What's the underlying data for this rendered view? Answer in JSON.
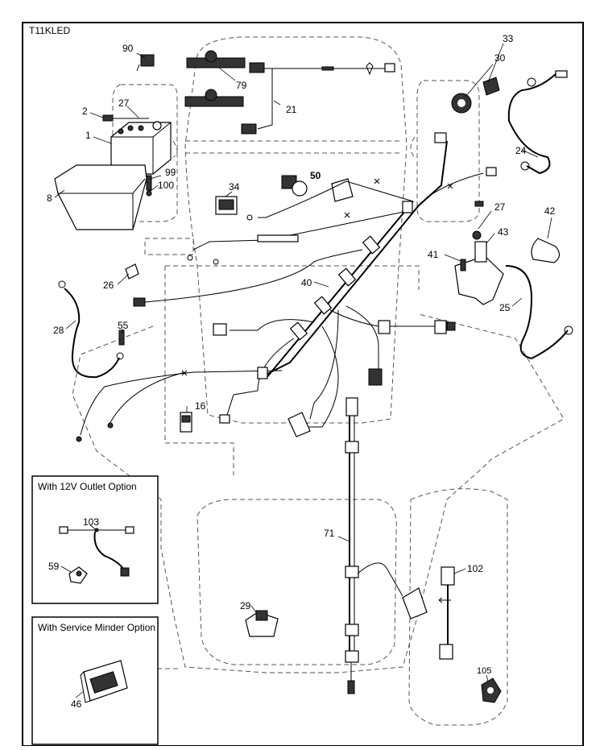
{
  "diagram": {
    "model_code": "T11KLED",
    "callouts": [
      {
        "id": "c90",
        "label": "90"
      },
      {
        "id": "c79",
        "label": "79"
      },
      {
        "id": "c21",
        "label": "21"
      },
      {
        "id": "c30",
        "label": "30"
      },
      {
        "id": "c33",
        "label": "33"
      },
      {
        "id": "c2",
        "label": "2"
      },
      {
        "id": "c27a",
        "label": "27"
      },
      {
        "id": "c1",
        "label": "1"
      },
      {
        "id": "c24",
        "label": "24"
      },
      {
        "id": "c99",
        "label": "99"
      },
      {
        "id": "c100",
        "label": "100"
      },
      {
        "id": "c50",
        "label": "50"
      },
      {
        "id": "c8",
        "label": "8"
      },
      {
        "id": "c34",
        "label": "34"
      },
      {
        "id": "c27b",
        "label": "27"
      },
      {
        "id": "c42",
        "label": "42"
      },
      {
        "id": "c43",
        "label": "43"
      },
      {
        "id": "c41",
        "label": "41"
      },
      {
        "id": "c26",
        "label": "26"
      },
      {
        "id": "c40",
        "label": "40"
      },
      {
        "id": "c25",
        "label": "25"
      },
      {
        "id": "c28",
        "label": "28"
      },
      {
        "id": "c55",
        "label": "55"
      },
      {
        "id": "c16",
        "label": "16"
      },
      {
        "id": "c103",
        "label": "103"
      },
      {
        "id": "c71",
        "label": "71"
      },
      {
        "id": "c59",
        "label": "59"
      },
      {
        "id": "c102",
        "label": "102"
      },
      {
        "id": "c29",
        "label": "29"
      },
      {
        "id": "c46",
        "label": "46"
      },
      {
        "id": "c105",
        "label": "105"
      }
    ],
    "option_boxes": {
      "outlet": "With 12V Outlet Option",
      "service_minder": "With Service Minder Option"
    }
  }
}
